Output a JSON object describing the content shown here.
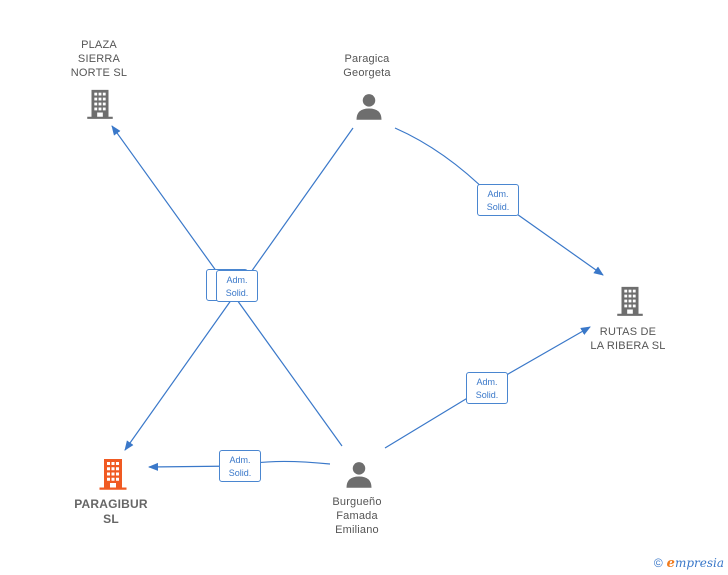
{
  "colors": {
    "edge": "#3a78c9",
    "company": "#6e6e6e",
    "focus_company": "#f05a22",
    "person": "#6e6e6e"
  },
  "nodes": [
    {
      "id": "plaza",
      "type": "company",
      "icon": "building-icon",
      "label": "PLAZA\nSIERRA\nNORTE SL"
    },
    {
      "id": "paragica",
      "type": "person",
      "icon": "person-icon",
      "label": "Paragica\nGeorgeta"
    },
    {
      "id": "rutas",
      "type": "company",
      "icon": "building-icon",
      "label": "RUTAS DE\nLA RIBERA  SL"
    },
    {
      "id": "paragibur",
      "type": "company",
      "focus": true,
      "icon": "building-icon",
      "label": "PARAGIBUR\nSL"
    },
    {
      "id": "burgueno",
      "type": "person",
      "icon": "person-icon",
      "label": "Burgueño\nFamada\nEmiliano"
    }
  ],
  "edges": [
    {
      "id": "e1",
      "from": "paragica",
      "to": "paragibur",
      "label": "Adm.\nSolid."
    },
    {
      "id": "e2",
      "from": "burgueno",
      "to": "plaza",
      "label": "Adm.\nSolid."
    },
    {
      "id": "e3",
      "from": "paragica",
      "to": "rutas",
      "label": "Adm.\nSolid."
    },
    {
      "id": "e4",
      "from": "burgueno",
      "to": "rutas",
      "label": "Adm.\nSolid."
    },
    {
      "id": "e5",
      "from": "burgueno",
      "to": "paragibur",
      "label": "Adm.\nSolid."
    }
  ],
  "footer": {
    "copyright": "©",
    "brand_initial": "e",
    "brand_rest": "mpresia"
  }
}
